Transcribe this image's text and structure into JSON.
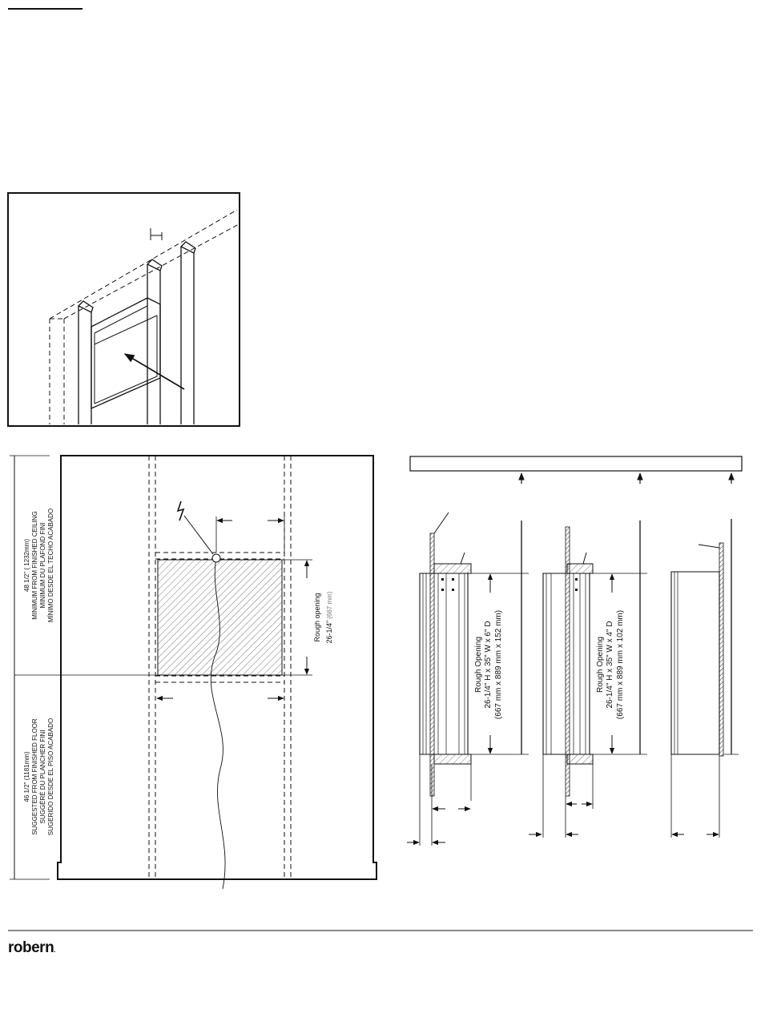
{
  "install_note": {
    "min_ceiling_measure": "48 1/2\" ( 1232mm)",
    "min_ceiling_en": "MINIMUM FROM FINISHED CEILING",
    "min_ceiling_fr": "MINIMUM DU PLAFOND FINI",
    "min_ceiling_es": "MÍNIMO DESDE EL TECHO ACABADO",
    "floor_measure": "46 1/2\" (1181mm)",
    "floor_en": "SUGGESTED FROM FINISHED FLOOR",
    "floor_fr": "SUGGÉRÉ DU PLANCHER FINI",
    "floor_es": "SUGERIDO DESDE EL PISO ACABADO"
  },
  "front_view": {
    "height_value": "26-1/4\"",
    "height_metric": "(667 mm)",
    "height_label": "Rough opening"
  },
  "section_6in": {
    "title": "Rough Opening",
    "dims": "26-1/4\" H  x  35\" W x 6\" D",
    "metric": "(667 mm x 889 mm x 152 mm)"
  },
  "section_4in": {
    "title": "Rough Opening",
    "dims": "26-1/4\" H  x  35\" W x 4\" D",
    "metric": "(667 mm x 889 mm x 102 mm)"
  },
  "footer": {
    "brand": "robern",
    "mark": "."
  },
  "colors": {
    "ink": "#111111",
    "hatch": "#555555"
  }
}
